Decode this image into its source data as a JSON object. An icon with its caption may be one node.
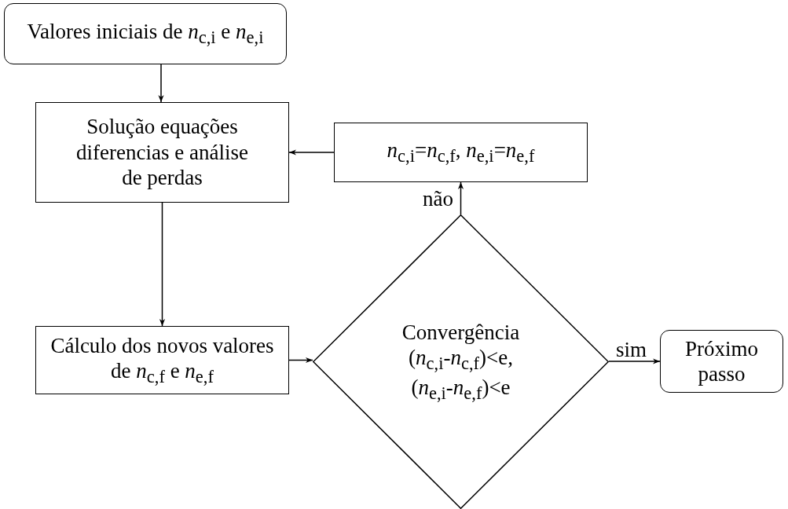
{
  "diagram": {
    "nodes": [
      {
        "text": [
          "Valores iniciais de *n*$_{c,i}$ e *n*$_{e,i}$"
        ]
      },
      {
        "text": [
          "Solução equações diferencias e análise de perdas"
        ]
      },
      {
        "text": [
          "*n*$_{c,i}$=*n*$_{c,f}$, *n*$_{e,i}$=*n*$_{e,f}$"
        ]
      },
      {
        "text": [
          "Cálculo dos novos valores de *n*$_{c,f}$ e *n*$_{e,f}$"
        ]
      },
      {
        "text": [
          "Convergência",
          "(*n*$_{c,i}$-*n*$_{c,f}$)<e,",
          "(*n*$_{e,i}$-*n*$_{e,f}$)<e"
        ]
      },
      {
        "text": [
          "Próximo passo"
        ]
      }
    ],
    "edges": [
      {
        "from": 0,
        "to": 1,
        "arrow": "to"
      },
      {
        "from": 1,
        "to": 3,
        "arrow": "to"
      },
      {
        "from": 3,
        "to": 4,
        "arrow": "to"
      },
      {
        "from": 4,
        "to": 2,
        "arrow": "to",
        "label": "não"
      },
      {
        "from": 2,
        "to": 1,
        "arrow": "to"
      },
      {
        "from": 4,
        "to": 5,
        "arrow": "to",
        "label": "sim"
      }
    ]
  }
}
